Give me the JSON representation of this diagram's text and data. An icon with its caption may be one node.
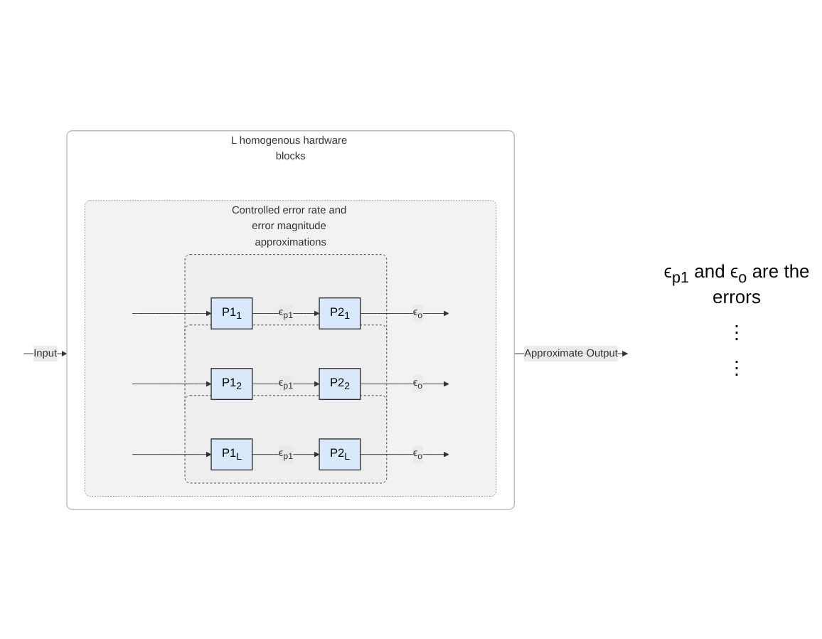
{
  "diagram": {
    "nodes": [
      {
        "text": [
          "L homogenous hardware blocks"
        ]
      },
      {
        "text": [
          "Controlled error rate and error magnitude approximations"
        ],
        "in": 0
      },
      {
        "text": [],
        "shape": "box",
        "in": 1
      },
      {
        "text": [
          "P1$_{1}$"
        ],
        "in": 2
      },
      {
        "text": [
          "P2$_{1}$"
        ],
        "in": 2
      },
      {
        "text": [],
        "shape": "box",
        "in": 1
      },
      {
        "text": [
          "P1$_{2}$"
        ],
        "in": 5
      },
      {
        "text": [
          "P2$_{2}$"
        ],
        "in": 5
      },
      {
        "text": [],
        "shape": "box",
        "in": 1
      },
      {
        "text": [
          "P1$_{L}$"
        ],
        "in": 8
      },
      {
        "text": [
          "P2$_{L}$"
        ],
        "in": 8
      }
    ],
    "edges": [
      {
        "from": null,
        "to": 0,
        "arrow": "to",
        "label": "Input"
      },
      {
        "from": 0,
        "to": null,
        "arrow": "to",
        "label": "Approximate Output"
      },
      {
        "from": null,
        "to": 3,
        "arrow": "to"
      },
      {
        "from": 3,
        "to": 4,
        "arrow": "to",
        "label": "ϵ$_{p1}$"
      },
      {
        "from": 4,
        "to": null,
        "arrow": "to",
        "label": "ϵ$_{o}$"
      },
      {
        "from": null,
        "to": 6,
        "arrow": "to"
      },
      {
        "from": 6,
        "to": 7,
        "arrow": "to",
        "label": "ϵ$_{p1}$"
      },
      {
        "from": 7,
        "to": null,
        "arrow": "to",
        "label": "ϵ$_{o}$"
      },
      {
        "from": null,
        "to": 9,
        "arrow": "to"
      },
      {
        "from": 9,
        "to": 10,
        "arrow": "to",
        "label": "ϵ$_{p1}$"
      },
      {
        "from": 10,
        "to": null,
        "arrow": "to",
        "label": "ϵ$_{o}$"
      }
    ],
    "labels": [
      "ϵ$_{p1}$ and ϵ$_{o}$ are the errors",
      "⋮",
      "⋮"
    ]
  }
}
